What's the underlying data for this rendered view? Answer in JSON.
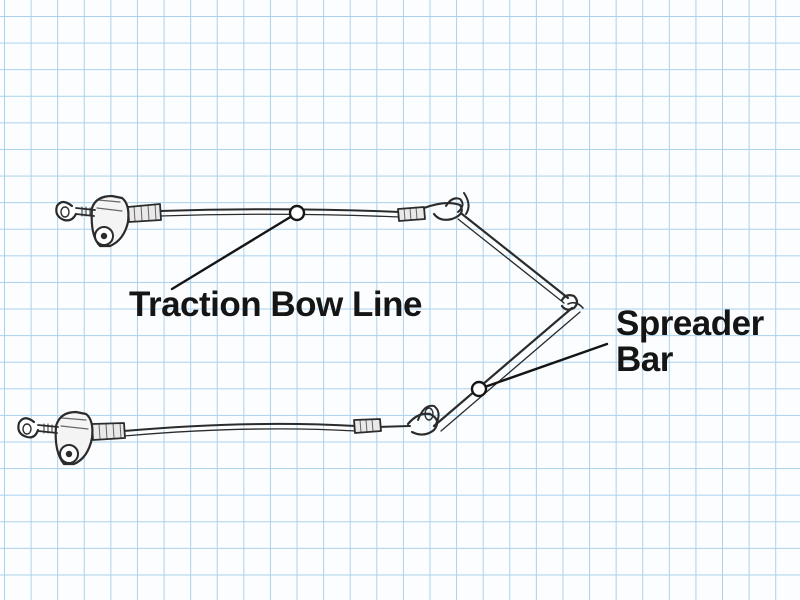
{
  "labels": {
    "traction_bow_line": "Traction Bow Line",
    "spreader_bar_line1": "Spreader",
    "spreader_bar_line2": "Bar"
  },
  "colors": {
    "grid_line": "#a9d2ec",
    "background": "#fbfdfe",
    "sketch_ink": "#2b2b2b",
    "label_text": "#151515"
  }
}
